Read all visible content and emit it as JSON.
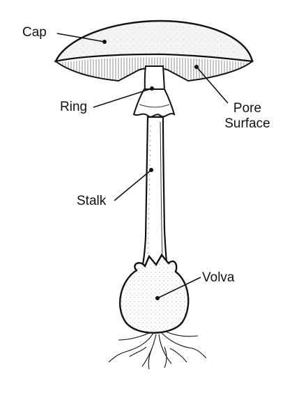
{
  "labels": {
    "cap": "Cap",
    "ring": "Ring",
    "pore_line1": "Pore",
    "pore_line2": "Surface",
    "stalk": "Stalk",
    "volva": "Volva"
  },
  "colors": {
    "ink": "#111111",
    "paper": "#ffffff",
    "cap_fill": "#f4f4f4"
  }
}
